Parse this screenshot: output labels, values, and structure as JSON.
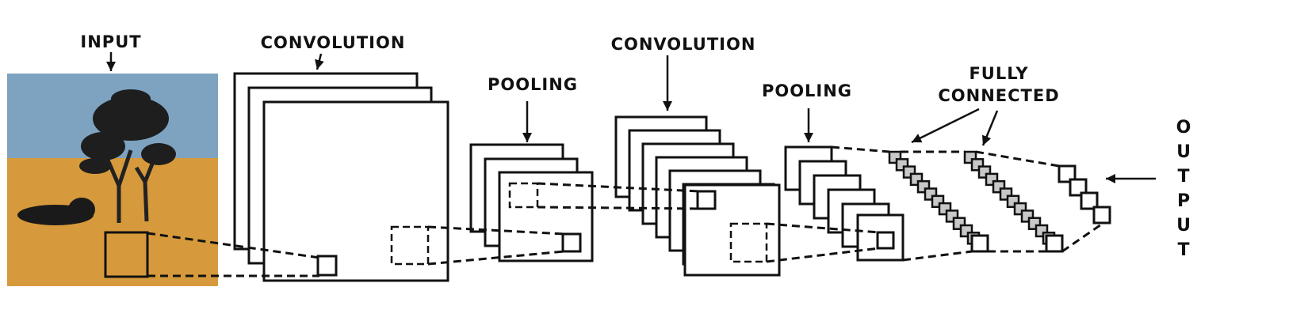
{
  "labels": {
    "input": "INPUT",
    "conv1": "CONVOLUTION",
    "pool1": "POOLING",
    "conv2": "CONVOLUTION",
    "pool2": "POOLING",
    "fc_line1": "FULLY",
    "fc_line2": "CONNECTED",
    "output": [
      "O",
      "U",
      "T",
      "P",
      "U",
      "T"
    ]
  },
  "colors": {
    "sky": "#7ea3c0",
    "ground": "#d69a3c",
    "stroke": "#111111",
    "layer_fill": "#ffffff",
    "neuron_fill": "#c8c8c8"
  },
  "icons": {
    "scene": "savanna-tree-lion-image",
    "arrow": "down-arrow-icon"
  }
}
